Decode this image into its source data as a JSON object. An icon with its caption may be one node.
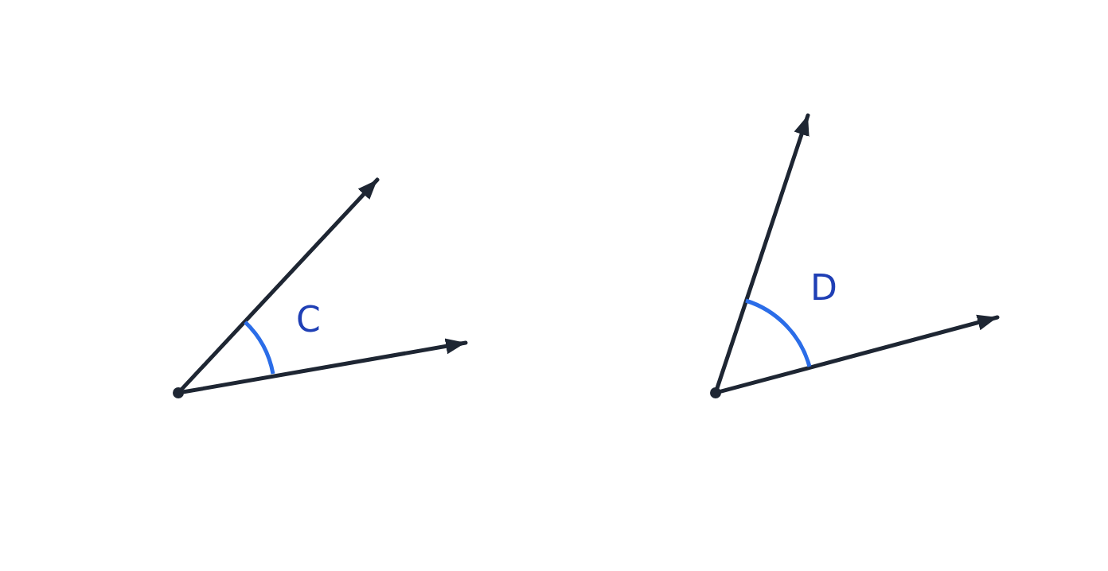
{
  "diagram": {
    "nodes": [
      {
        "text": [],
        "shape": "circle"
      },
      {
        "text": [],
        "shape": "circle"
      }
    ],
    "edges": [
      {
        "from": 0,
        "to": null,
        "arrow": "to"
      },
      {
        "from": 0,
        "to": null,
        "arrow": "to"
      },
      {
        "from": 1,
        "to": null,
        "arrow": "to"
      },
      {
        "from": 1,
        "to": null,
        "arrow": "to"
      }
    ],
    "labels": [
      "C",
      "D"
    ]
  }
}
